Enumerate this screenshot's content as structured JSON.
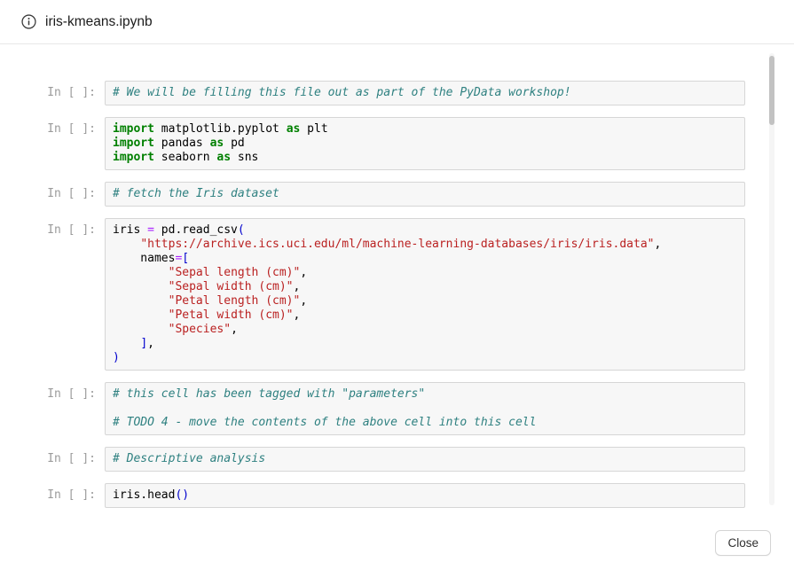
{
  "header": {
    "title": "iris-kmeans.ipynb",
    "info_icon": "circle-info-icon"
  },
  "footer": {
    "close_label": "Close"
  },
  "colors": {
    "comment": "#2e8080",
    "keyword": "#008000",
    "string": "#ba2121",
    "operator": "#aa22ff",
    "bracket": "#0000cd",
    "plain": "#000000",
    "prompt": "#9b9b9b",
    "cell_bg": "#f7f7f7",
    "cell_border": "#d6d6d6"
  },
  "cells": [
    {
      "prompt": "In [ ]:",
      "lines": [
        [
          {
            "t": "# We will be filling this file out as part of the PyData workshop!",
            "c": "comment"
          }
        ]
      ]
    },
    {
      "prompt": "In [ ]:",
      "lines": [
        [
          {
            "t": "import",
            "c": "keyword"
          },
          {
            "t": " matplotlib.pyplot ",
            "c": "plain"
          },
          {
            "t": "as",
            "c": "keyword"
          },
          {
            "t": " plt",
            "c": "plain"
          }
        ],
        [
          {
            "t": "import",
            "c": "keyword"
          },
          {
            "t": " pandas ",
            "c": "plain"
          },
          {
            "t": "as",
            "c": "keyword"
          },
          {
            "t": " pd",
            "c": "plain"
          }
        ],
        [
          {
            "t": "import",
            "c": "keyword"
          },
          {
            "t": " seaborn ",
            "c": "plain"
          },
          {
            "t": "as",
            "c": "keyword"
          },
          {
            "t": " sns",
            "c": "plain"
          }
        ]
      ]
    },
    {
      "prompt": "In [ ]:",
      "lines": [
        [
          {
            "t": "# fetch the Iris dataset",
            "c": "comment"
          }
        ]
      ]
    },
    {
      "prompt": "In [ ]:",
      "lines": [
        [
          {
            "t": "iris ",
            "c": "plain"
          },
          {
            "t": "=",
            "c": "operator"
          },
          {
            "t": " pd.read_csv",
            "c": "plain"
          },
          {
            "t": "(",
            "c": "bracket"
          }
        ],
        [
          {
            "t": "    ",
            "c": "plain"
          },
          {
            "t": "\"https://archive.ics.uci.edu/ml/machine-learning-databases/iris/iris.data\"",
            "c": "string"
          },
          {
            "t": ",",
            "c": "plain"
          }
        ],
        [
          {
            "t": "    names",
            "c": "plain"
          },
          {
            "t": "=",
            "c": "operator"
          },
          {
            "t": "[",
            "c": "bracket"
          }
        ],
        [
          {
            "t": "        ",
            "c": "plain"
          },
          {
            "t": "\"Sepal length (cm)\"",
            "c": "string"
          },
          {
            "t": ",",
            "c": "plain"
          }
        ],
        [
          {
            "t": "        ",
            "c": "plain"
          },
          {
            "t": "\"Sepal width (cm)\"",
            "c": "string"
          },
          {
            "t": ",",
            "c": "plain"
          }
        ],
        [
          {
            "t": "        ",
            "c": "plain"
          },
          {
            "t": "\"Petal length (cm)\"",
            "c": "string"
          },
          {
            "t": ",",
            "c": "plain"
          }
        ],
        [
          {
            "t": "        ",
            "c": "plain"
          },
          {
            "t": "\"Petal width (cm)\"",
            "c": "string"
          },
          {
            "t": ",",
            "c": "plain"
          }
        ],
        [
          {
            "t": "        ",
            "c": "plain"
          },
          {
            "t": "\"Species\"",
            "c": "string"
          },
          {
            "t": ",",
            "c": "plain"
          }
        ],
        [
          {
            "t": "    ",
            "c": "plain"
          },
          {
            "t": "]",
            "c": "bracket"
          },
          {
            "t": ",",
            "c": "plain"
          }
        ],
        [
          {
            "t": ")",
            "c": "bracket"
          }
        ]
      ]
    },
    {
      "prompt": "In [ ]:",
      "lines": [
        [
          {
            "t": "# this cell has been tagged with \"parameters\"",
            "c": "comment"
          }
        ],
        [],
        [
          {
            "t": "# TODO 4 - move the contents of the above cell into this cell",
            "c": "comment"
          }
        ]
      ]
    },
    {
      "prompt": "In [ ]:",
      "lines": [
        [
          {
            "t": "# Descriptive analysis",
            "c": "comment"
          }
        ]
      ]
    },
    {
      "prompt": "In [ ]:",
      "lines": [
        [
          {
            "t": "iris.head",
            "c": "plain"
          },
          {
            "t": "()",
            "c": "bracket"
          }
        ]
      ]
    }
  ]
}
